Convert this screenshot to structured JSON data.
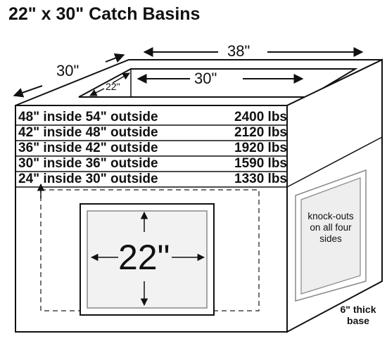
{
  "title": "22\" x 30\" Catch Basins",
  "dimensions": {
    "top_length": "38\"",
    "top_width": "30\"",
    "opening_length": "30\"",
    "opening_width": "22\"",
    "knockout_size": "22\""
  },
  "size_rows": [
    {
      "size": "48\" inside 54\" outside",
      "weight": "2400 lbs"
    },
    {
      "size": "42\" inside 48\" outside",
      "weight": "2120 lbs"
    },
    {
      "size": "36\" inside 42\" outside",
      "weight": "1920 lbs"
    },
    {
      "size": "30\" inside 36\" outside",
      "weight": "1590 lbs"
    },
    {
      "size": "24\" inside 30\" outside",
      "weight": "1330 lbs"
    }
  ],
  "notes": {
    "knockout": "knock-outs on all four sides",
    "base": "6\" thick base"
  },
  "colors": {
    "line": "#111111",
    "panel_border": "#888888",
    "knockout_fill": "#eeeeee"
  }
}
